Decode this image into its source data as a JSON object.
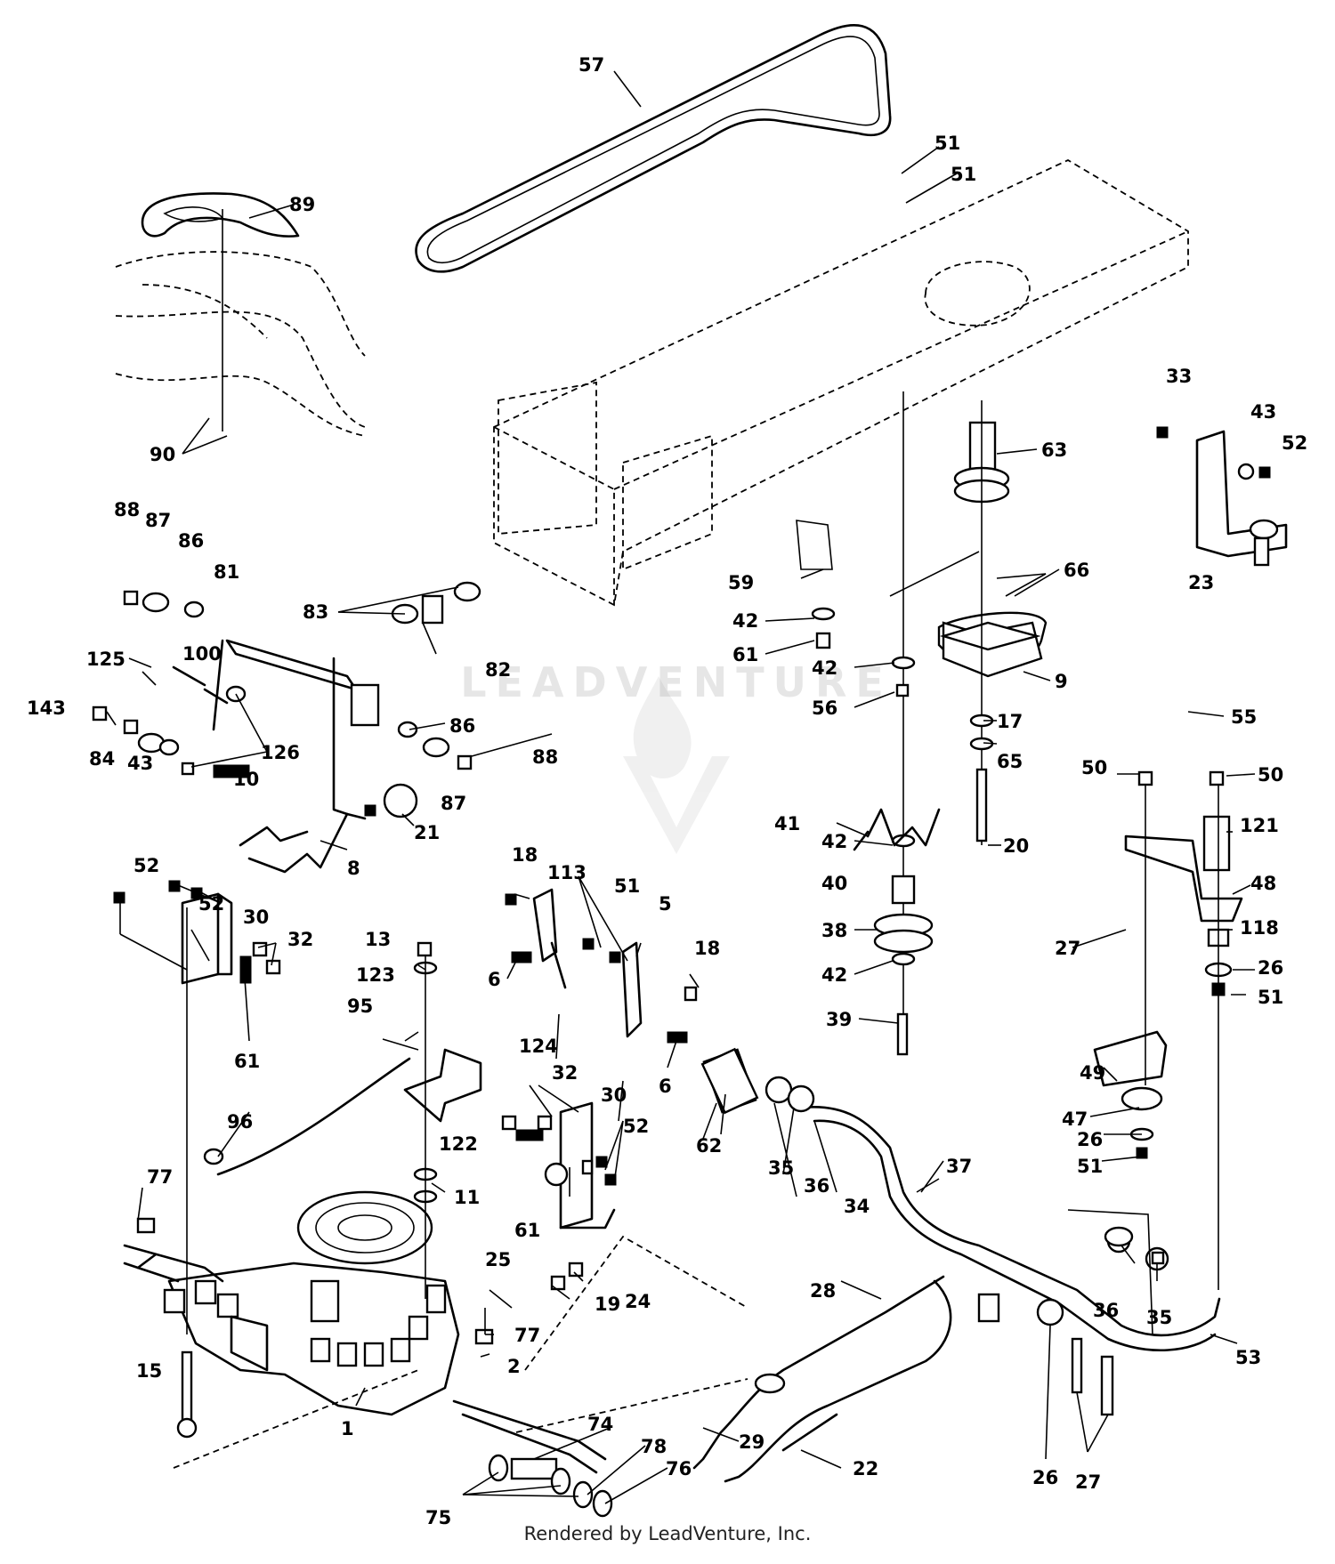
{
  "footer": {
    "text": "Rendered by LeadVenture, Inc."
  },
  "watermark": {
    "text": "LEADVENTURE"
  },
  "callouts": [
    "57",
    "51",
    "51",
    "89",
    "63",
    "33",
    "43",
    "52",
    "23",
    "66",
    "59",
    "42",
    "61",
    "42",
    "9",
    "56",
    "55",
    "90",
    "88",
    "87",
    "86",
    "81",
    "83",
    "82",
    "125",
    "100",
    "143",
    "84",
    "86",
    "126",
    "43",
    "88",
    "87",
    "10",
    "21",
    "8",
    "17",
    "65",
    "20",
    "41",
    "42",
    "40",
    "38",
    "42",
    "39",
    "50",
    "50",
    "121",
    "48",
    "27",
    "118",
    "26",
    "51",
    "52",
    "52",
    "30",
    "32",
    "61",
    "18",
    "113",
    "51",
    "5",
    "18",
    "13",
    "123",
    "95",
    "124",
    "6",
    "6",
    "122",
    "96",
    "11",
    "77",
    "32",
    "30",
    "52",
    "61",
    "62",
    "35",
    "36",
    "34",
    "37",
    "49",
    "47",
    "26",
    "51",
    "25",
    "19",
    "24",
    "28",
    "15",
    "2",
    "77",
    "1",
    "74",
    "75",
    "78",
    "76",
    "29",
    "22",
    "36",
    "35",
    "53",
    "26",
    "27"
  ]
}
